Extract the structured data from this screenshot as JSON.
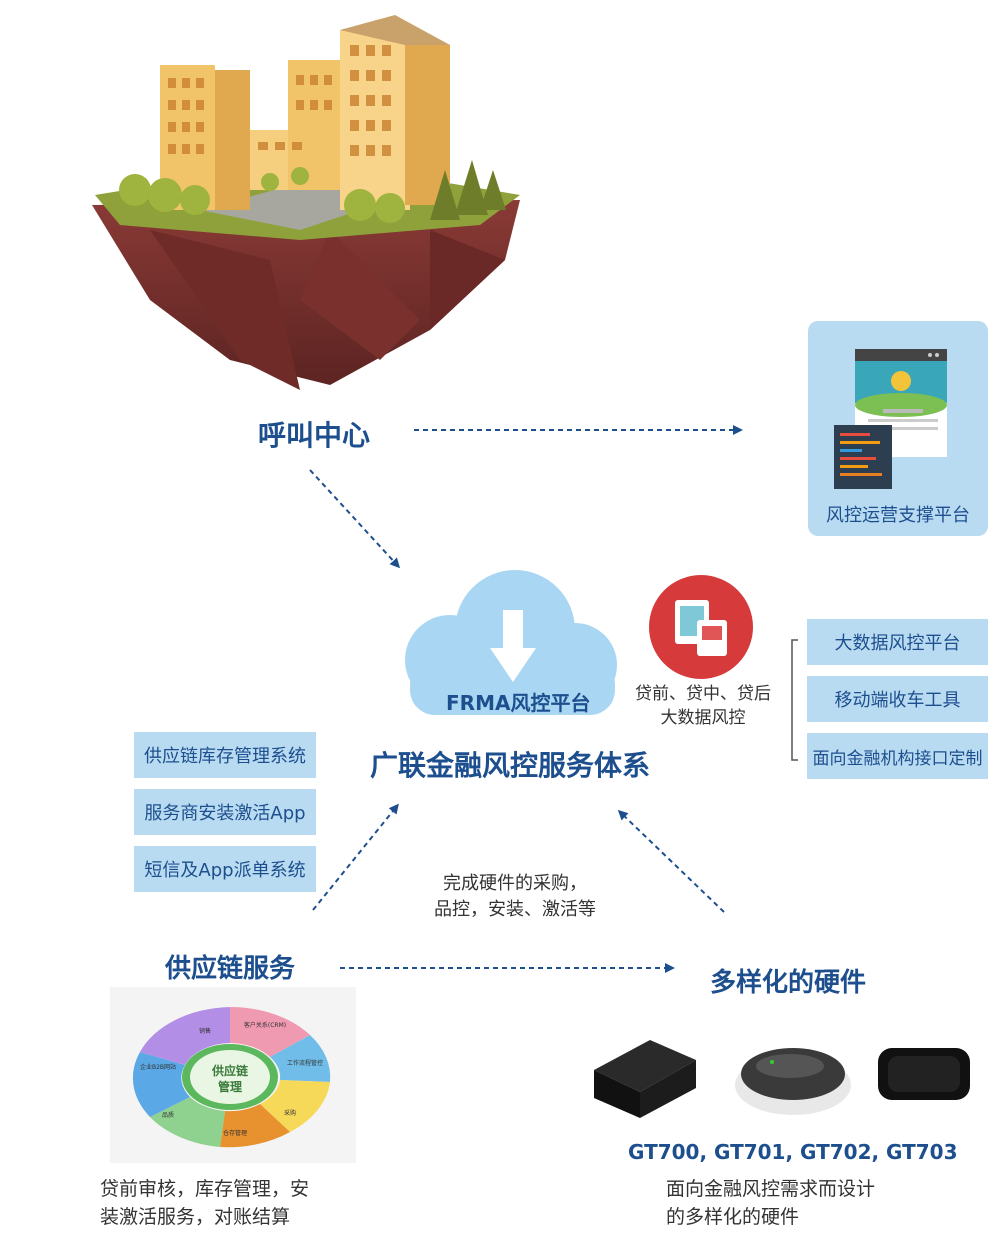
{
  "call_center": {
    "label": "呼叫中心"
  },
  "ops_platform": {
    "label": "风控运营支撑平台"
  },
  "frma": {
    "cloud_label": "FRMA风控平台",
    "system_title": "广联金融风控服务体系"
  },
  "loan_risk": {
    "line1": "贷前、贷中、贷后",
    "line2": "大数据风控"
  },
  "right_list": [
    "大数据风控平台",
    "移动端收车工具",
    "面向金融机构接口定制"
  ],
  "left_list": [
    "供应链库存管理系统",
    "服务商安装激活App",
    "短信及App派单系统"
  ],
  "center_note": {
    "line1": "完成硬件的采购，",
    "line2": "品控，安装、激活等"
  },
  "supply_chain": {
    "label": "供应链服务",
    "ring_center_line1": "供应链",
    "ring_center_line2": "管理",
    "ring_labels": [
      "客户关系(CRM)",
      "工作流程管控",
      "采购",
      "仓存管理",
      "品质",
      "企业B2B网站",
      "销售"
    ],
    "caption_line1": "贷前审核，库存管理，安",
    "caption_line2": "装激活服务，对账结算"
  },
  "hardware": {
    "label": "多样化的硬件",
    "models": "GT700, GT701, GT702, GT703",
    "caption_line1": "面向金融风控需求而设计",
    "caption_line2": "的多样化的硬件"
  },
  "colors": {
    "accent_blue": "#1d4f8f",
    "box_bg": "#b9dbf1",
    "cloud": "#a9d7f3",
    "red_badge": "#d63a3a"
  }
}
